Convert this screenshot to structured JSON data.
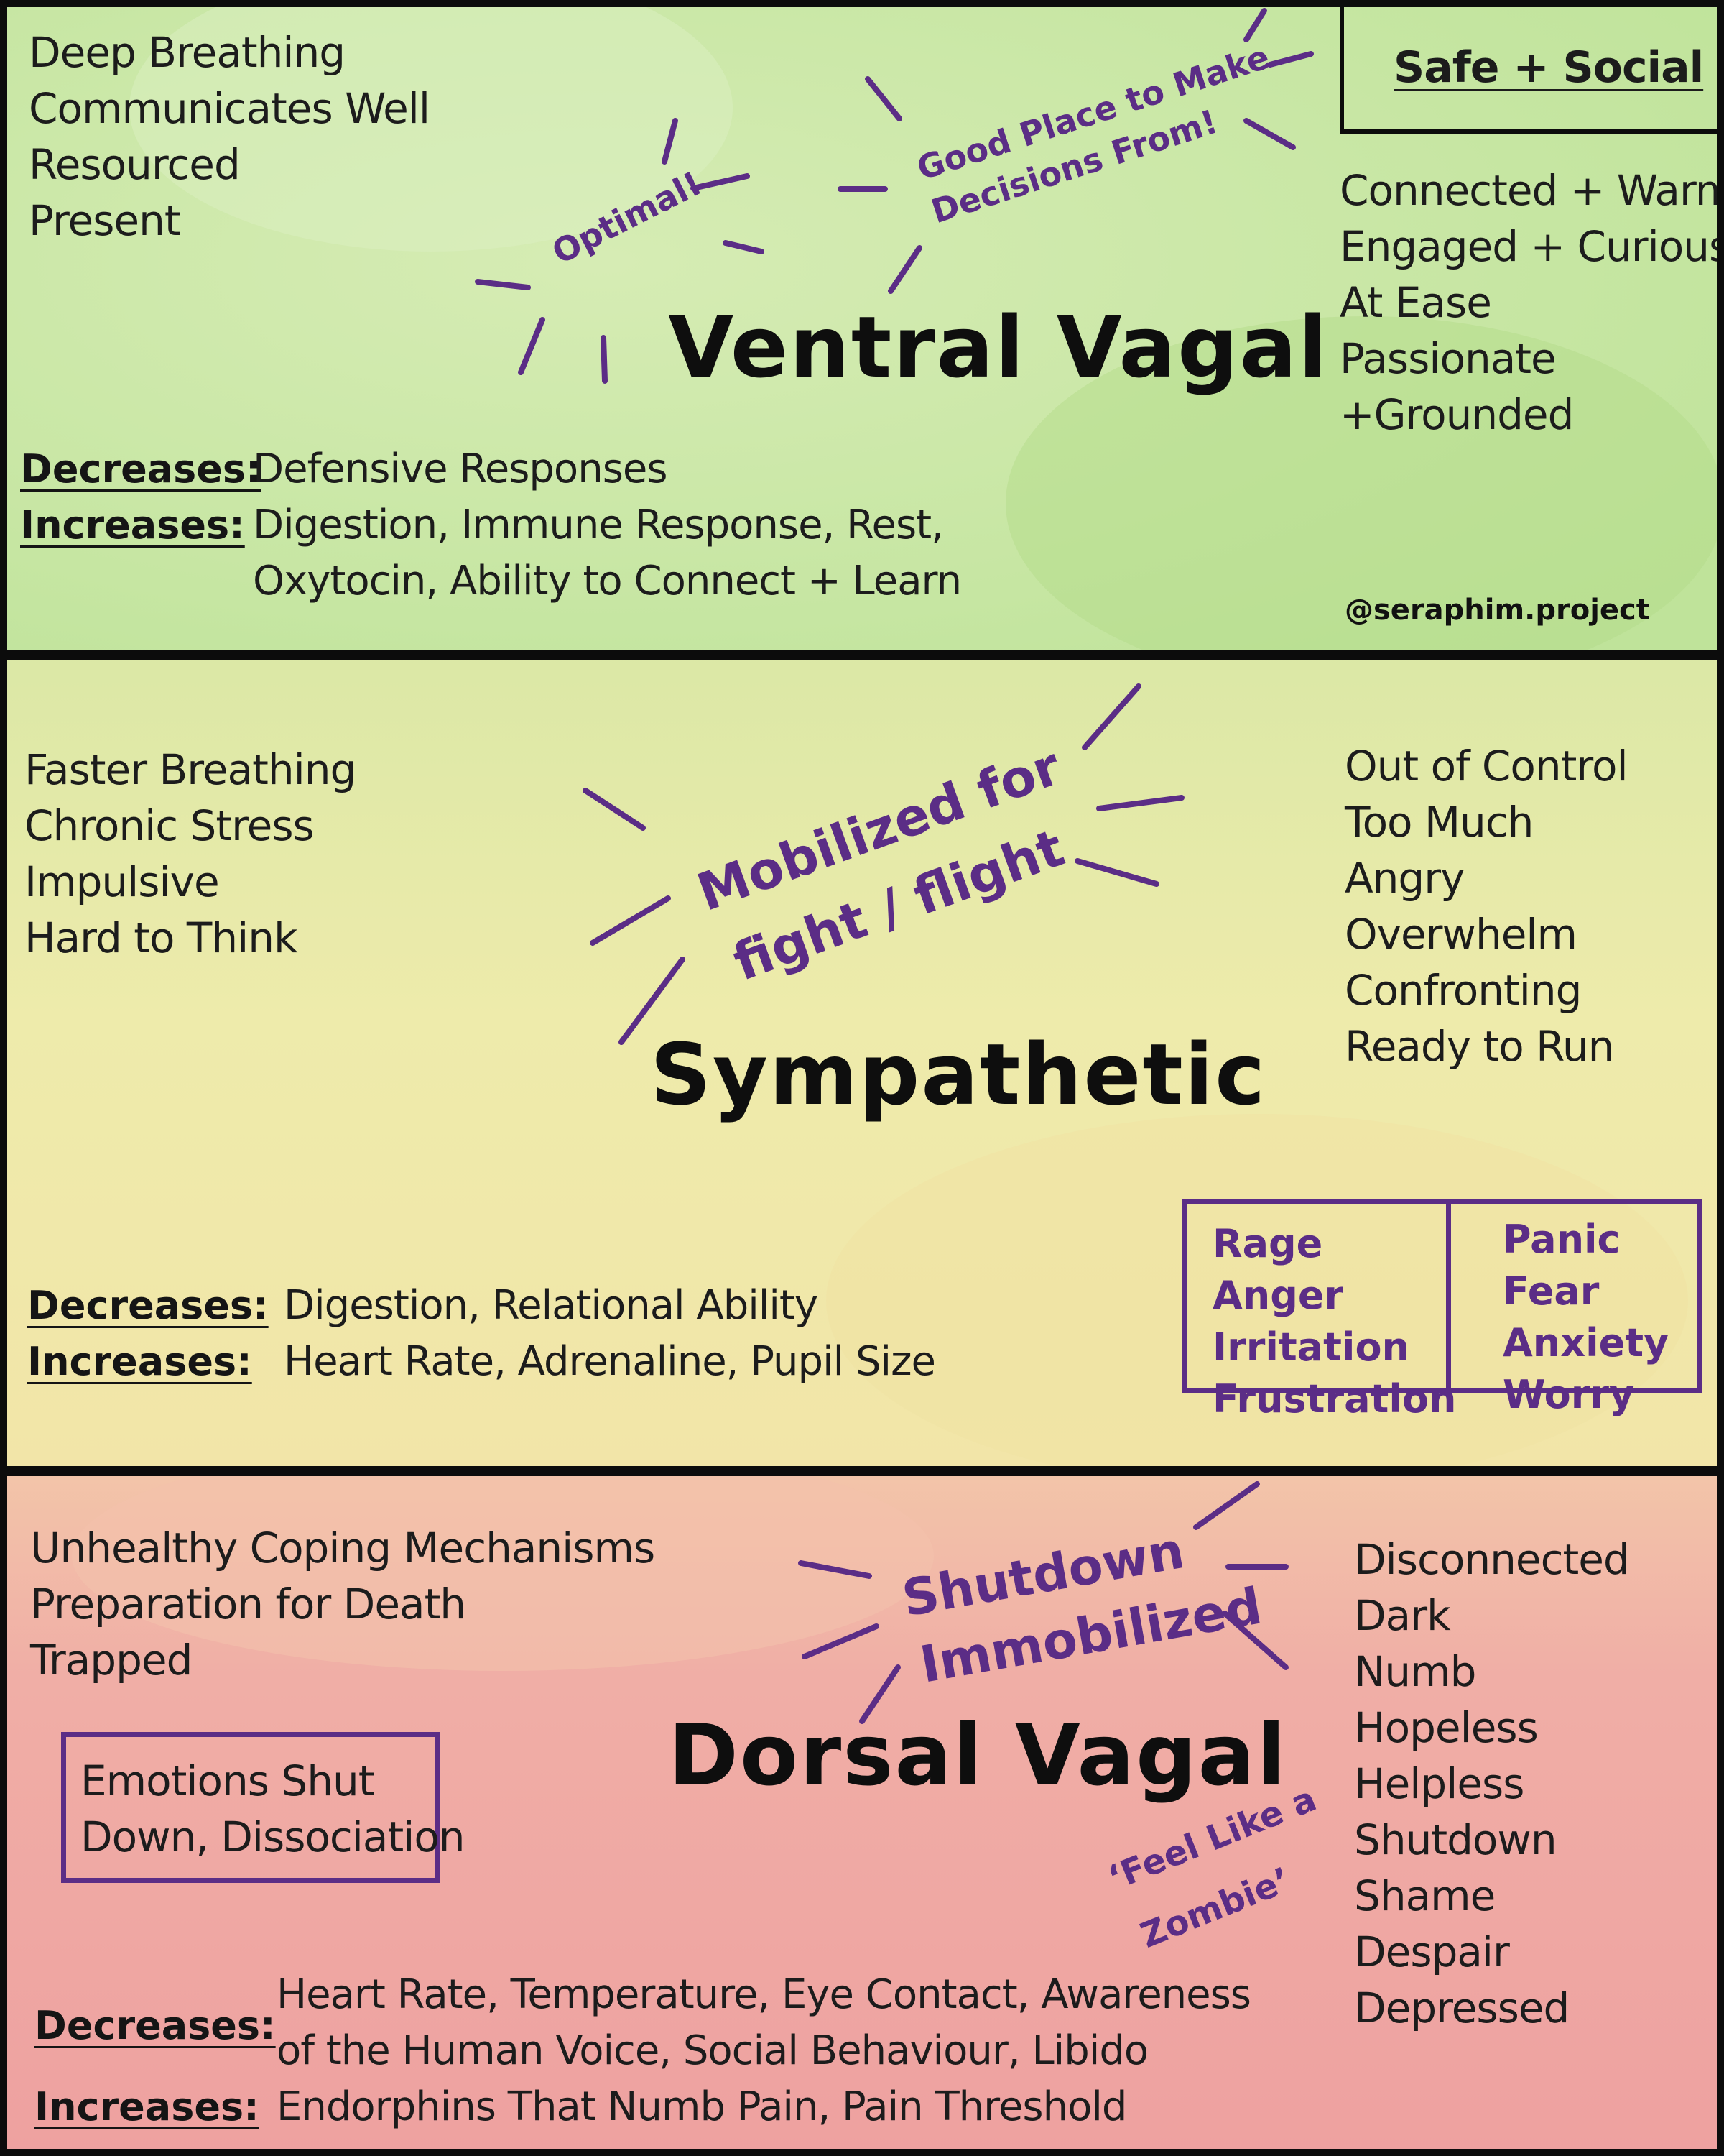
{
  "ventral": {
    "title": "Ventral Vagal",
    "left_items": [
      "Deep Breathing",
      "Communicates Well",
      "Resourced",
      "Present"
    ],
    "right_items": [
      "Connected + Warm",
      "Engaged + Curious",
      "At Ease",
      "Passionate",
      "+Grounded"
    ],
    "corner_label": "Safe + Social",
    "optimal_note": "Optimal!",
    "decision_note_line1": "Good Place to Make",
    "decision_note_line2": "Decisions From!",
    "decreases_label": "Decreases:",
    "decreases_value": "Defensive Responses",
    "increases_label": "Increases:",
    "increases_value_line1": "Digestion, Immune Response, Rest,",
    "increases_value_line2": "Oxytocin, Ability to Connect + Learn",
    "credit": "@seraphim.project"
  },
  "sympathetic": {
    "title": "Sympathetic",
    "note_line1": "Mobilized for",
    "note_line2": "fight / flight",
    "left_items": [
      "Faster Breathing",
      "Chronic Stress",
      "Impulsive",
      "Hard to Think"
    ],
    "right_items": [
      "Out of Control",
      "Too Much",
      "Angry",
      "Overwhelm",
      "Confronting",
      "Ready to Run"
    ],
    "decreases_label": "Decreases:",
    "decreases_value": "Digestion, Relational Ability",
    "increases_label": "Increases:",
    "increases_value": "Heart Rate, Adrenaline, Pupil Size",
    "box_left": [
      "Rage",
      "Anger",
      "Irritation",
      "Frustration"
    ],
    "box_right": [
      "Panic",
      "Fear",
      "Anxiety",
      "Worry"
    ]
  },
  "dorsal": {
    "title": "Dorsal Vagal",
    "note_line1": "Shutdown",
    "note_line2": "Immobilized",
    "left_items": [
      "Unhealthy Coping Mechanisms",
      "Preparation for Death",
      "Trapped"
    ],
    "box_line1": "Emotions Shut",
    "box_line2": "Down, Dissociation",
    "zombie_line1": "‘Feel Like a",
    "zombie_line2": "Zombie’",
    "right_items": [
      "Disconnected",
      "Dark",
      "Numb",
      "Hopeless",
      "Helpless",
      "Shutdown",
      "Shame",
      "Despair",
      "Depressed"
    ],
    "decreases_label": "Decreases:",
    "decreases_value_line1": "Heart Rate, Temperature, Eye Contact, Awareness",
    "decreases_value_line2": "of the Human Voice, Social Behaviour, Libido",
    "increases_label": "Increases:",
    "increases_value": "Endorphins That Numb Pain, Pain Threshold"
  },
  "colors": {
    "accent": "#5b2d86",
    "border": "#0c0c0c",
    "ventral_bg": "#c9e6a6",
    "sympathetic_bg": "#eeeaa8",
    "dorsal_bg": "#f0a8a3"
  }
}
